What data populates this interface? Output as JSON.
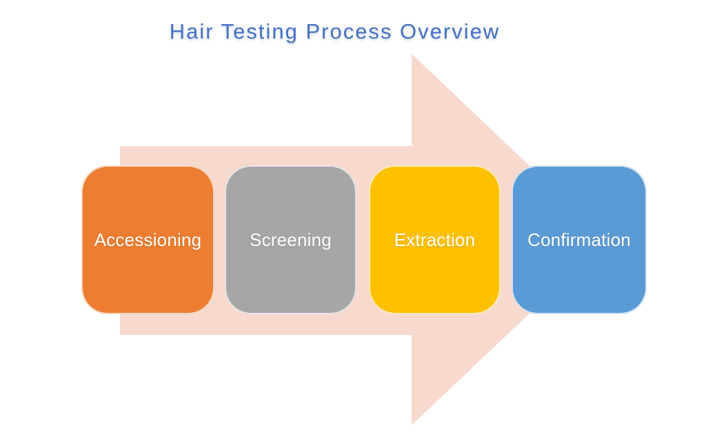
{
  "title": {
    "text": "Hair Testing Process Overview",
    "color": "#4472C4"
  },
  "diagram": {
    "type": "process-flow",
    "arrow_color": "#F8D9CE",
    "arrow_direction": "right",
    "label_text_color": "#FFFFFF",
    "steps": [
      {
        "label": "Accessioning",
        "color": "#ED7D31"
      },
      {
        "label": "Screening",
        "color": "#A6A6A6"
      },
      {
        "label": "Extraction",
        "color": "#FFC000"
      },
      {
        "label": "Confirmation",
        "color": "#5B9BD5"
      }
    ]
  }
}
